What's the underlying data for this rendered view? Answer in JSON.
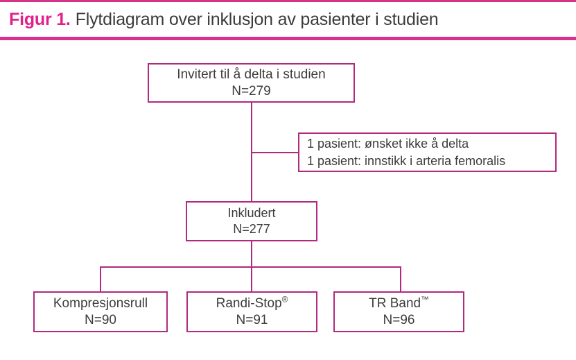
{
  "header": {
    "figure_label": "Figur 1.",
    "title": "Flytdiagram over inklusjon av pasienter i studien",
    "accent_color": "#e0218a",
    "rule_color": "#d6338c",
    "title_color": "#3c3c3b"
  },
  "diagram": {
    "box_border_color": "#b02a7d",
    "connector_color": "#b02a7d",
    "nodes": {
      "invited": {
        "label": "Invitert til å delta i studien",
        "count": "N=279"
      },
      "excluded": {
        "reason_1": "1 pasient: ønsket ikke å delta",
        "reason_2": "1 pasient: innstikk i arteria femoralis"
      },
      "included": {
        "label": "Inkludert",
        "count": "N=277"
      }
    },
    "arms": [
      {
        "name": "Kompresjonsrull",
        "suffix": "",
        "count": "N=90"
      },
      {
        "name": "Randi-Stop",
        "suffix": "®",
        "count": "N=91"
      },
      {
        "name": "TR Band",
        "suffix": "™",
        "count": "N=96"
      }
    ]
  }
}
